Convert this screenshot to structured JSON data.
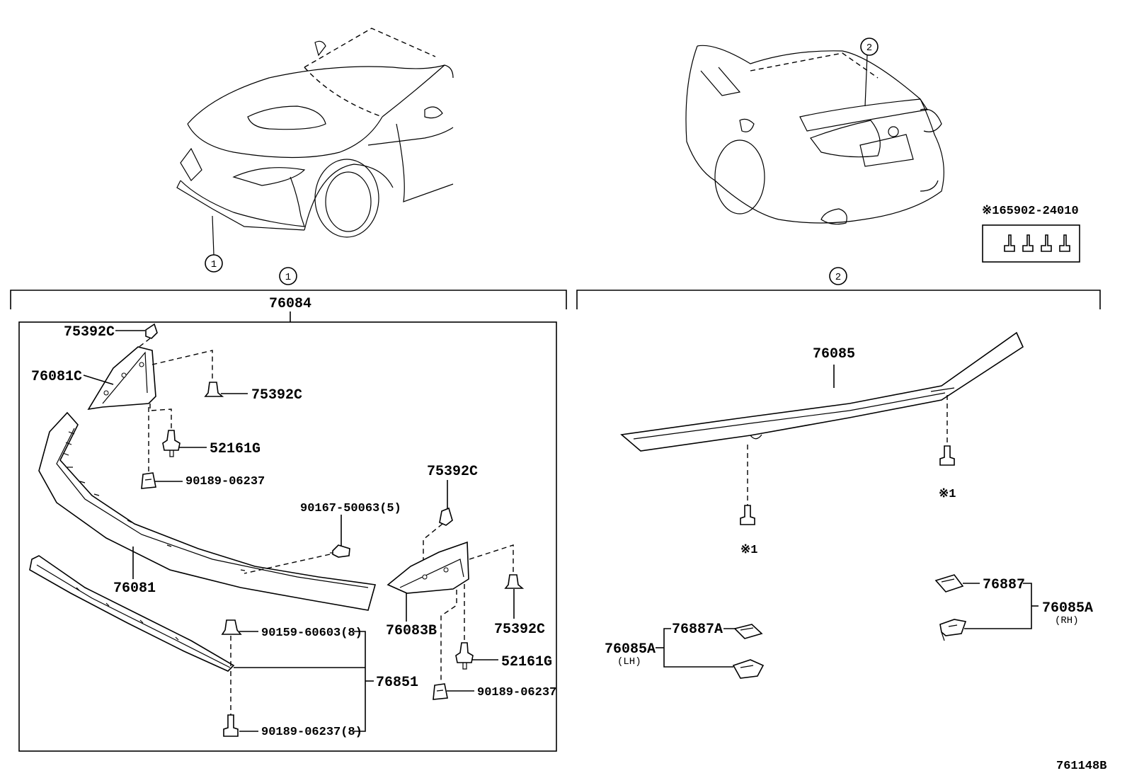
{
  "diagram": {
    "drawing_number": "761148B",
    "callouts": {
      "front": "1",
      "rear": "2"
    },
    "front_section": {
      "assembly": "76084",
      "labels": {
        "bracket_upper_left_clip": "75392C",
        "bracket_left": "76081C",
        "clip_left_right": "75392C",
        "retainer_left": "52161G",
        "nut_left": "90189-06237",
        "screw_center": "90167-50063(5)",
        "clip_right_top": "75392C",
        "spoiler_main": "76081",
        "bracket_right": "76083B",
        "clip_right_lower": "75392C",
        "retainer_right": "52161G",
        "nut_right": "90189-06237",
        "clip_lower": "90159-60603(8)",
        "lower_lip": "76851",
        "nut_lower": "90189-06237(8)"
      }
    },
    "rear_section": {
      "labels": {
        "spoiler_rear": "76085",
        "bolt_mark_left": "※1",
        "bolt_mark_right": "※1",
        "kit_lh": "76085A",
        "kit_lh_side": "(LH)",
        "pad_lh": "76887A",
        "pad_rh": "76887",
        "kit_rh": "76085A",
        "kit_rh_side": "(RH)"
      },
      "kit_note": "※165902-24010"
    }
  }
}
